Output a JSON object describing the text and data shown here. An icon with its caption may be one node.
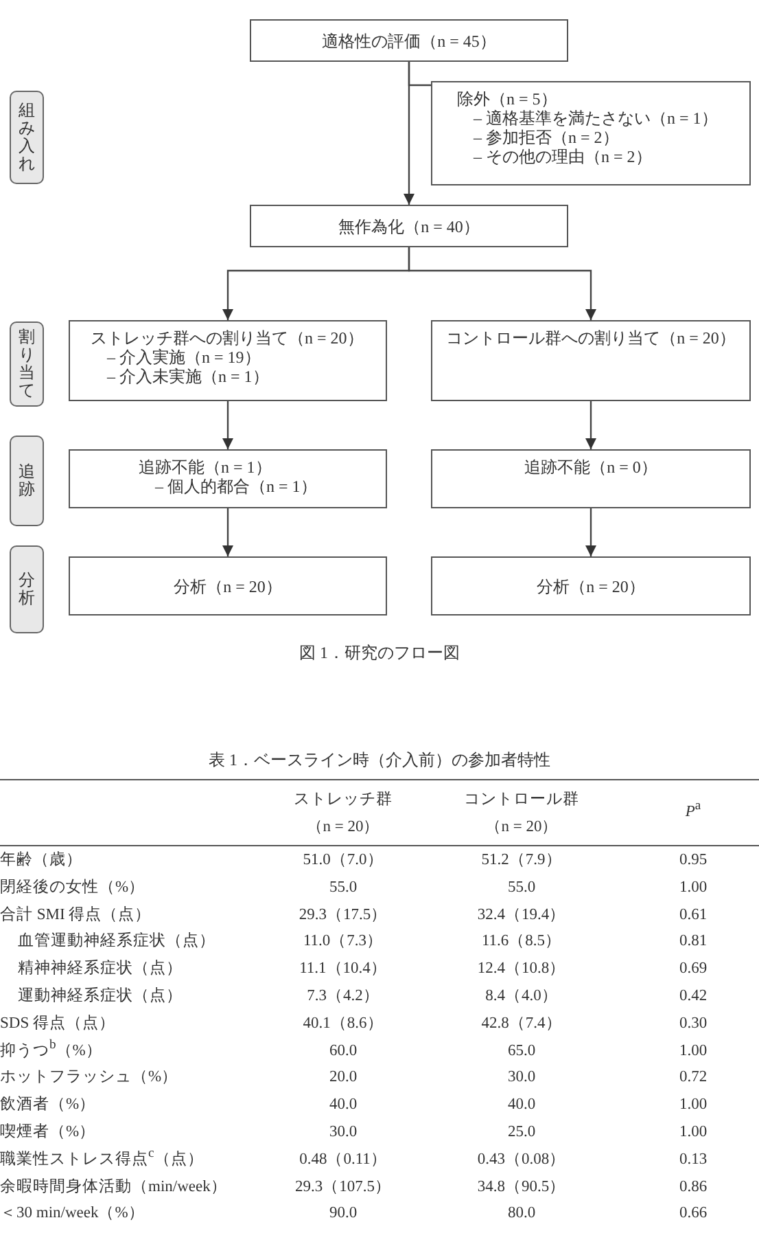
{
  "diagram": {
    "caption": "図 1．研究のフロー図",
    "nodes": [
      {
        "text": [
          "適格性の評価（n = 45）"
        ]
      },
      {
        "text": [
          "除外（n = 5）",
          "– 適格基準を満たさない（n = 1）",
          "– 参加拒否（n = 2）",
          "– その他の理由（n = 2）"
        ]
      },
      {
        "text": [
          "無作為化（n = 40）"
        ]
      },
      {
        "text": [
          "ストレッチ群への割り当て（n = 20）",
          "– 介入実施（n = 19）",
          "– 介入未実施（n = 1）"
        ]
      },
      {
        "text": [
          "コントロール群への割り当て（n = 20）"
        ]
      },
      {
        "text": [
          "追跡不能（n = 1）",
          "– 個人的都合（n = 1）"
        ]
      },
      {
        "text": [
          "追跡不能（n = 0）"
        ]
      },
      {
        "text": [
          "分析（n = 20）"
        ]
      },
      {
        "text": [
          "分析（n = 20）"
        ]
      },
      {
        "text": [
          "組み入れ"
        ]
      },
      {
        "text": [
          "割り当て"
        ]
      },
      {
        "text": [
          "追跡"
        ]
      },
      {
        "text": [
          "分析"
        ]
      }
    ],
    "edges": [
      {
        "from": 0,
        "to": 1,
        "arrow": "to"
      },
      {
        "from": 0,
        "to": 2,
        "arrow": "to"
      },
      {
        "from": 2,
        "to": 3,
        "arrow": "to"
      },
      {
        "from": 2,
        "to": 4,
        "arrow": "to"
      },
      {
        "from": 3,
        "to": 5,
        "arrow": "to"
      },
      {
        "from": 4,
        "to": 6,
        "arrow": "to"
      },
      {
        "from": 5,
        "to": 7,
        "arrow": "to"
      },
      {
        "from": 6,
        "to": 8,
        "arrow": "to"
      }
    ],
    "labels": [
      "表 1．ベースライン時（介入前）の参加者特性",
      "ストレッチ群",
      "（n = 20）",
      "コントロール群",
      "（n = 20）",
      "*P*$^{a}$",
      "年齢（歳）",
      "51.0（7.0）",
      "51.2（7.9）",
      "0.95",
      "閉経後の女性（%）",
      "55.0",
      "55.0",
      "1.00",
      "合計 SMI 得点（点）",
      "29.3（17.5）",
      "32.4（19.4）",
      "0.61",
      "血管運動神経系症状（点）",
      "11.0（7.3）",
      "11.6（8.5）",
      "0.81",
      "精神神経系症状（点）",
      "11.1（10.4）",
      "12.4（10.8）",
      "0.69",
      "運動神経系症状（点）",
      "7.3（4.2）",
      "8.4（4.0）",
      "0.42",
      "SDS 得点（点）",
      "40.1（8.6）",
      "42.8（7.4）",
      "0.30",
      "抑うつ$^{b}$（%）",
      "60.0",
      "65.0",
      "1.00",
      "ホットフラッシュ（%）",
      "20.0",
      "30.0",
      "0.72",
      "飲酒者（%）",
      "40.0",
      "40.0",
      "1.00",
      "喫煙者（%）",
      "30.0",
      "25.0",
      "1.00",
      "職業性ストレス得点$^{c}$（点）",
      "0.48（0.11）",
      "0.43（0.08）",
      "0.13",
      "余暇時間身体活動（min/week）",
      "29.3（107.5）",
      "34.8（90.5）",
      "0.86",
      "＜30 min/week（%）",
      "90.0",
      "80.0",
      "0.66"
    ]
  }
}
